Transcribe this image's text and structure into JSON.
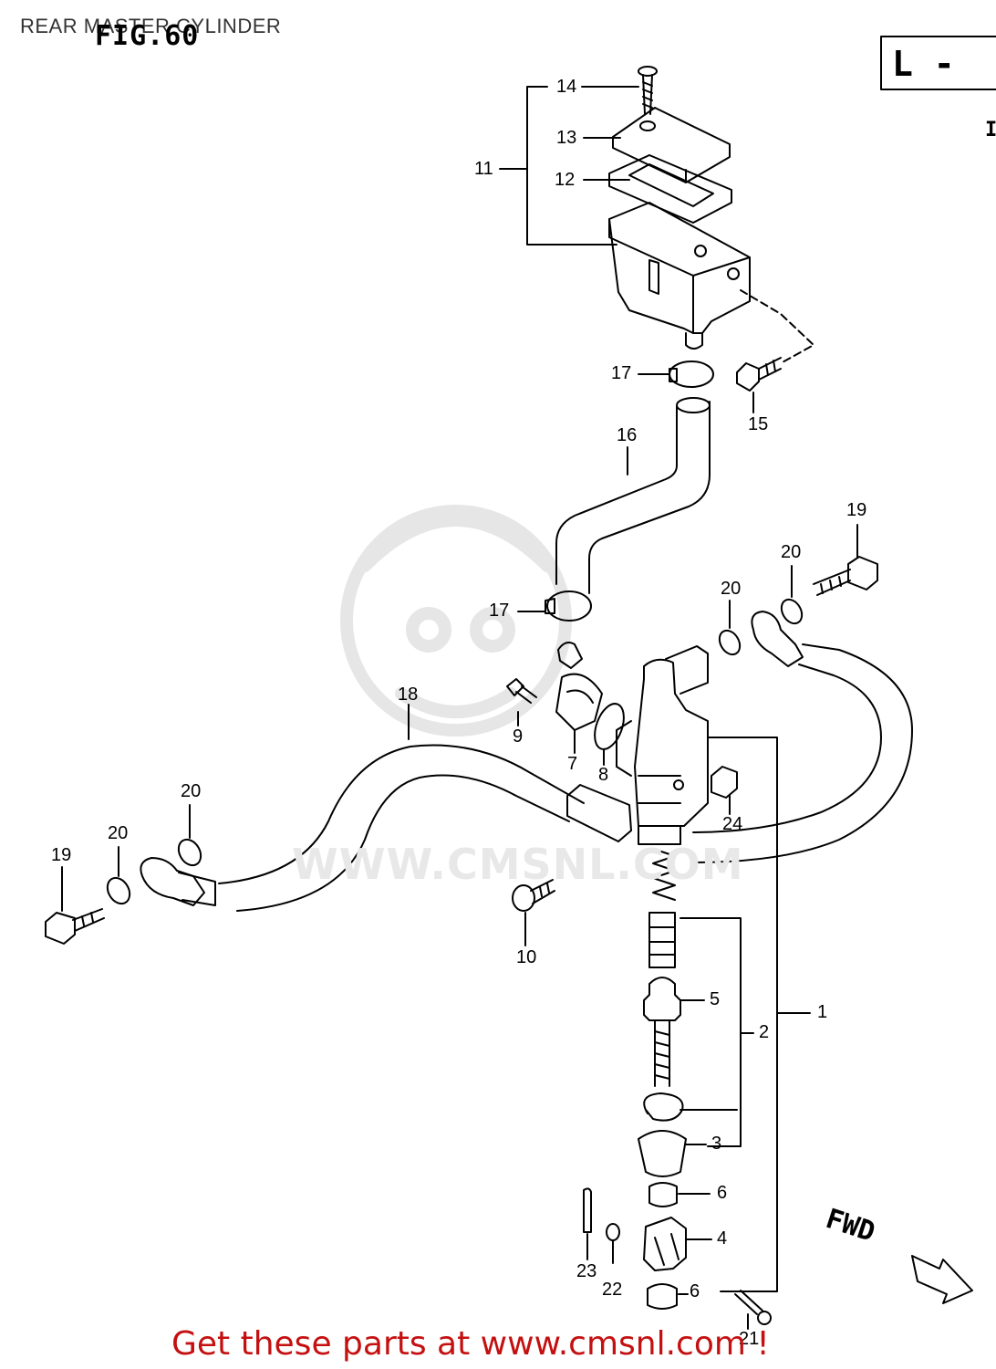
{
  "header": {
    "title": "REAR MASTER CYLINDER",
    "figure": "FIG.60",
    "section_tag": "L - ",
    "side_mark": "I"
  },
  "watermark": "WWW.CMSNL.COM",
  "direction_label": "FWD",
  "footer": {
    "text": "Get these parts at www.cmsnl.com !"
  },
  "callouts": [
    "1",
    "2",
    "3",
    "4",
    "5",
    "6",
    "6",
    "7",
    "8",
    "9",
    "10",
    "11",
    "12",
    "13",
    "14",
    "15",
    "16",
    "17",
    "17",
    "18",
    "19",
    "19",
    "20",
    "20",
    "20",
    "20",
    "21",
    "22",
    "23",
    "24"
  ],
  "colors": {
    "ink": "#000000",
    "footer": "#c41010",
    "watermark": "#e8e8e8"
  }
}
